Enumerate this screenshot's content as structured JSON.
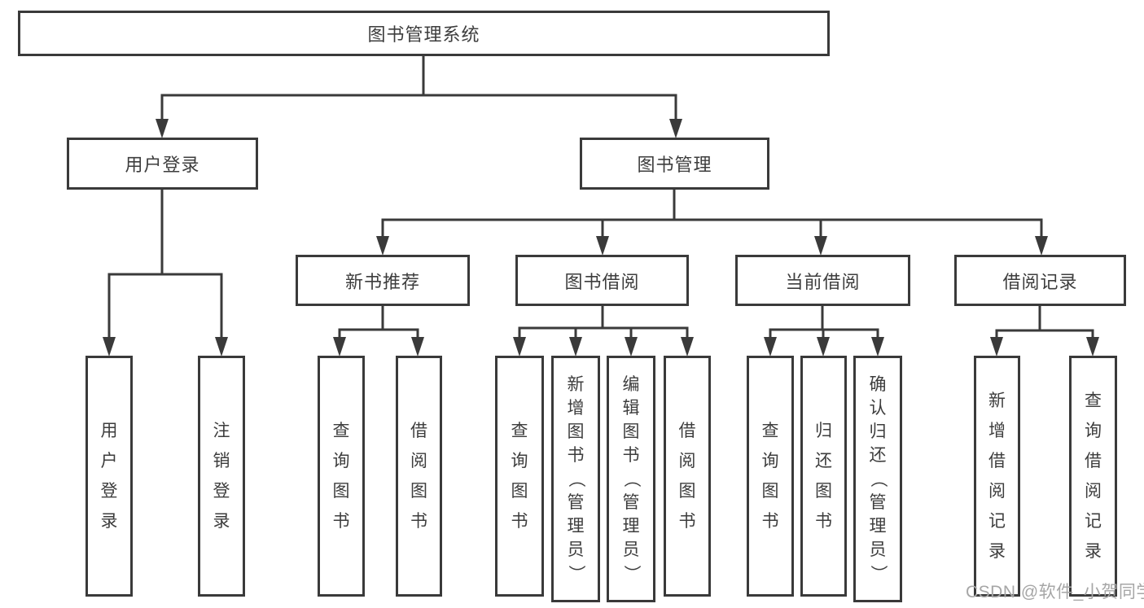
{
  "diagram_title": "图书管理系统",
  "tree": {
    "label": "图书管理系统",
    "children": [
      {
        "label": "用户登录",
        "children": [
          {
            "label": "用户登录"
          },
          {
            "label": "注销登录"
          }
        ]
      },
      {
        "label": "图书管理",
        "children": [
          {
            "label": "新书推荐",
            "children": [
              {
                "label": "查询图书"
              },
              {
                "label": "借阅图书"
              }
            ]
          },
          {
            "label": "图书借阅",
            "children": [
              {
                "label": "查询图书"
              },
              {
                "label": "新增图书（管理员）"
              },
              {
                "label": "编辑图书（管理员）"
              },
              {
                "label": "借阅图书"
              }
            ]
          },
          {
            "label": "当前借阅",
            "children": [
              {
                "label": "查询图书"
              },
              {
                "label": "归还图书"
              },
              {
                "label": "确认归还（管理员）"
              }
            ]
          },
          {
            "label": "借阅记录",
            "children": [
              {
                "label": "新增借阅记录"
              },
              {
                "label": "查询借阅记录"
              }
            ]
          }
        ]
      }
    ]
  },
  "watermark": {
    "text": "CSDN @软件_小贺同学"
  },
  "colors": {
    "line": "#3a3a3a",
    "box_border": "#3a3a3a",
    "text": "#3d3d3d",
    "background": "#ffffff",
    "watermark": "#a6a6a6"
  }
}
